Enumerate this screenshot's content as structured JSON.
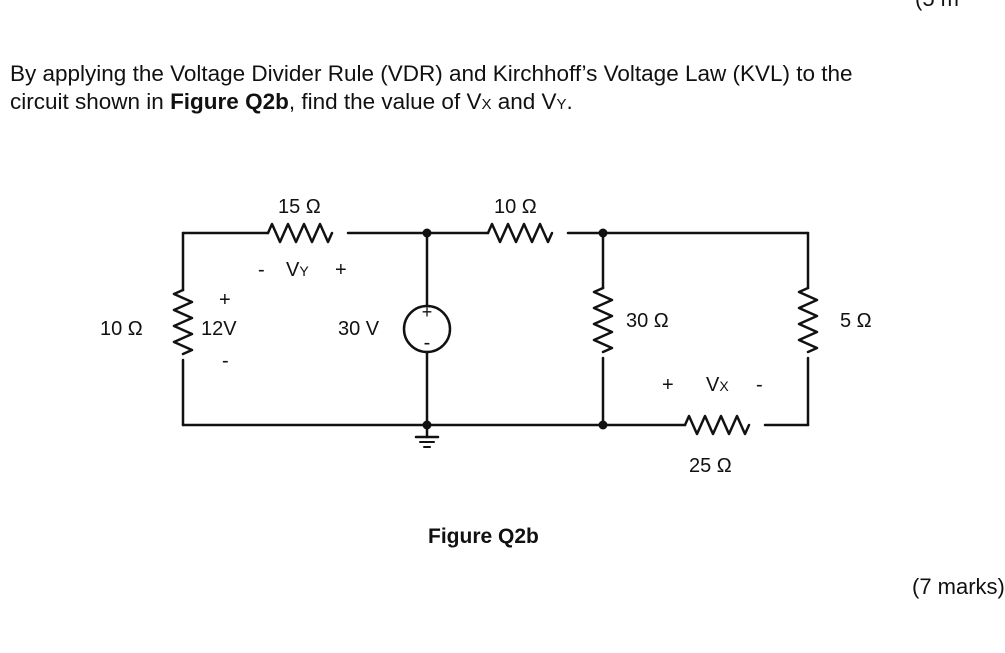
{
  "corner_fragment": "(5 m",
  "question": {
    "line1": "By applying the Voltage Divider Rule (VDR) and Kirchhoff’s Voltage Law (KVL) to the",
    "line2_pre": "circuit shown in ",
    "figure_ref": "Figure Q2b",
    "line2_post": ", find the value of V",
    "sub_x": "X",
    "line2_and": " and V",
    "sub_y": "Y",
    "line2_end": "."
  },
  "circuit": {
    "r_left": "10 Ω",
    "source_left_plus": "+",
    "source_left_value": "12V",
    "source_left_minus": "-",
    "r_top_left": "15 Ω",
    "vy_minus": "-",
    "vy_label": "V",
    "vy_sub": "Y",
    "vy_plus": "+",
    "source_mid_value": "30 V",
    "source_mid_plus": "+",
    "source_mid_minus": "-",
    "r_top_right": "10 Ω",
    "r_mid": "30 Ω",
    "r_right": "5 Ω",
    "vx_plus": "+",
    "vx_label": "V",
    "vx_sub": "X",
    "vx_minus": "-",
    "r_bottom": "25 Ω"
  },
  "caption": "Figure Q2b",
  "marks": "(7 marks)"
}
